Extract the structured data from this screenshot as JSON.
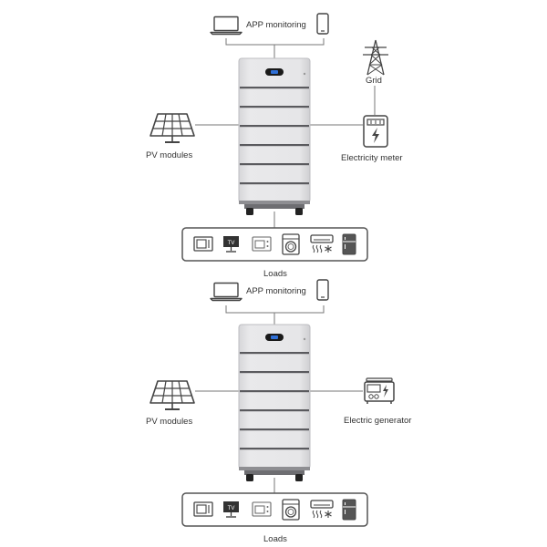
{
  "top": {
    "app_label": "APP monitoring",
    "pv_label": "PV modules",
    "grid_label": "Grid",
    "meter_label": "Electricity meter",
    "loads_label": "Loads",
    "tv_text": "TV"
  },
  "bottom": {
    "app_label": "APP monitoring",
    "pv_label": "PV modules",
    "generator_label": "Electric generator",
    "loads_label": "Loads",
    "tv_text": "TV"
  },
  "icons": {
    "laptop": "laptop-icon",
    "phone": "phone-icon",
    "solar_panel": "solar-panel-icon",
    "pylon": "power-pylon-icon",
    "meter": "electricity-meter-icon",
    "generator": "generator-icon",
    "microwave": "microwave-icon",
    "tv": "tv-icon",
    "oven": "oven-icon",
    "washer": "washing-machine-icon",
    "air_conditioner": "air-conditioner-icon",
    "fridge": "fridge-icon"
  },
  "colors": {
    "line": "#666666",
    "cabinet": "#e2e2e4",
    "cabinet_edge": "#b9b9bd",
    "module_gap": "#5a5a5e",
    "display": "#1a1a1a",
    "screen_blue": "#2f6fd6"
  }
}
